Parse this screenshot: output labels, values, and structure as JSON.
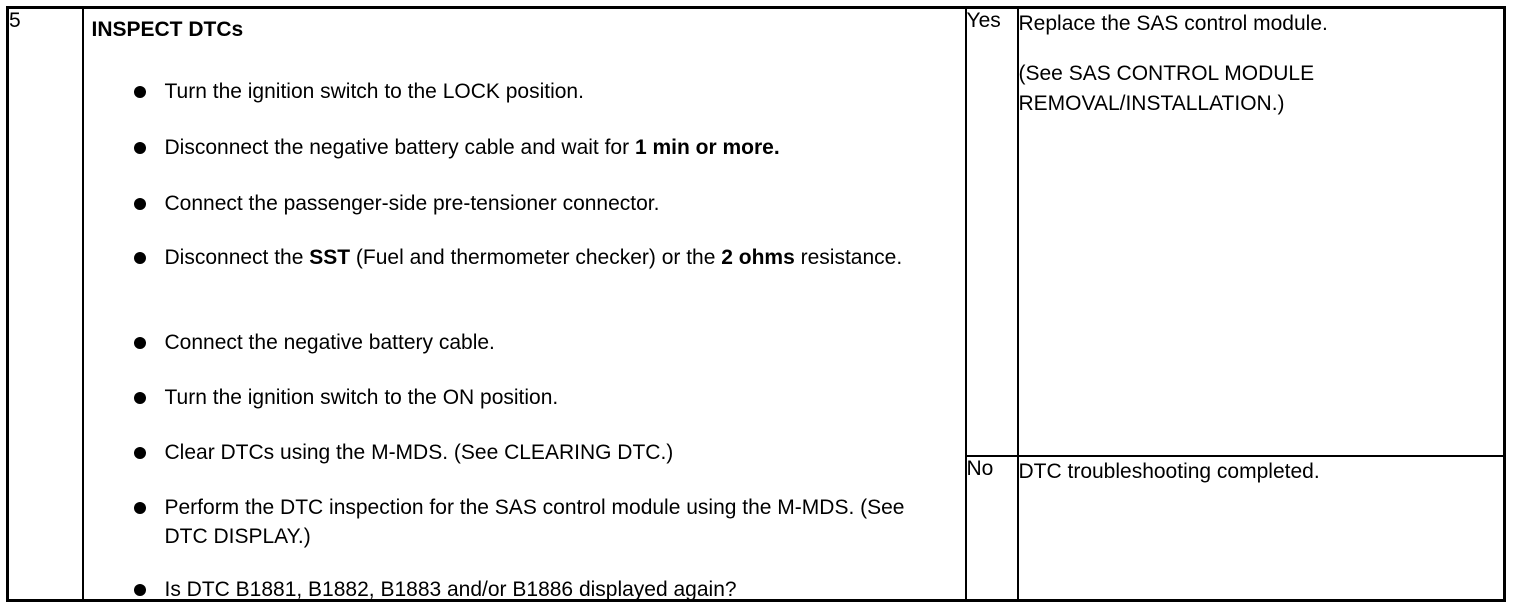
{
  "step": {
    "number": "5",
    "title": "INSPECT DTCs",
    "items": [
      {
        "parts": [
          {
            "t": "Turn the ignition switch to the LOCK position."
          }
        ]
      },
      {
        "parts": [
          {
            "t": "Disconnect the negative battery cable and wait for "
          },
          {
            "t": "1 min or more.",
            "b": true
          }
        ]
      },
      {
        "parts": [
          {
            "t": "Connect the passenger-side pre-tensioner connector."
          }
        ]
      },
      {
        "parts": [
          {
            "t": "Disconnect the "
          },
          {
            "t": "SST",
            "b": true
          },
          {
            "t": " (Fuel and thermometer checker) or the "
          },
          {
            "t": "2 ohms",
            "b": true
          },
          {
            "t": " resistance."
          }
        ]
      },
      {
        "parts": [
          {
            "t": "Connect the negative battery cable."
          }
        ]
      },
      {
        "parts": [
          {
            "t": "Turn the ignition switch to the ON position."
          }
        ]
      },
      {
        "parts": [
          {
            "t": "Clear DTCs using the M-MDS. (See CLEARING DTC.)"
          }
        ]
      },
      {
        "parts": [
          {
            "t": "Perform the DTC inspection for the SAS control module using the M-MDS. (See DTC DISPLAY.)"
          }
        ]
      },
      {
        "parts": [
          {
            "t": "Is DTC B1881, B1882, B1883 and/or B1886 displayed again?"
          }
        ]
      }
    ]
  },
  "answers": {
    "yes": {
      "label": "Yes",
      "line1": "Replace the SAS control module.",
      "line2": "(See SAS CONTROL MODULE REMOVAL/INSTALLATION.)"
    },
    "no": {
      "label": "No",
      "line1": "DTC troubleshooting completed."
    }
  }
}
